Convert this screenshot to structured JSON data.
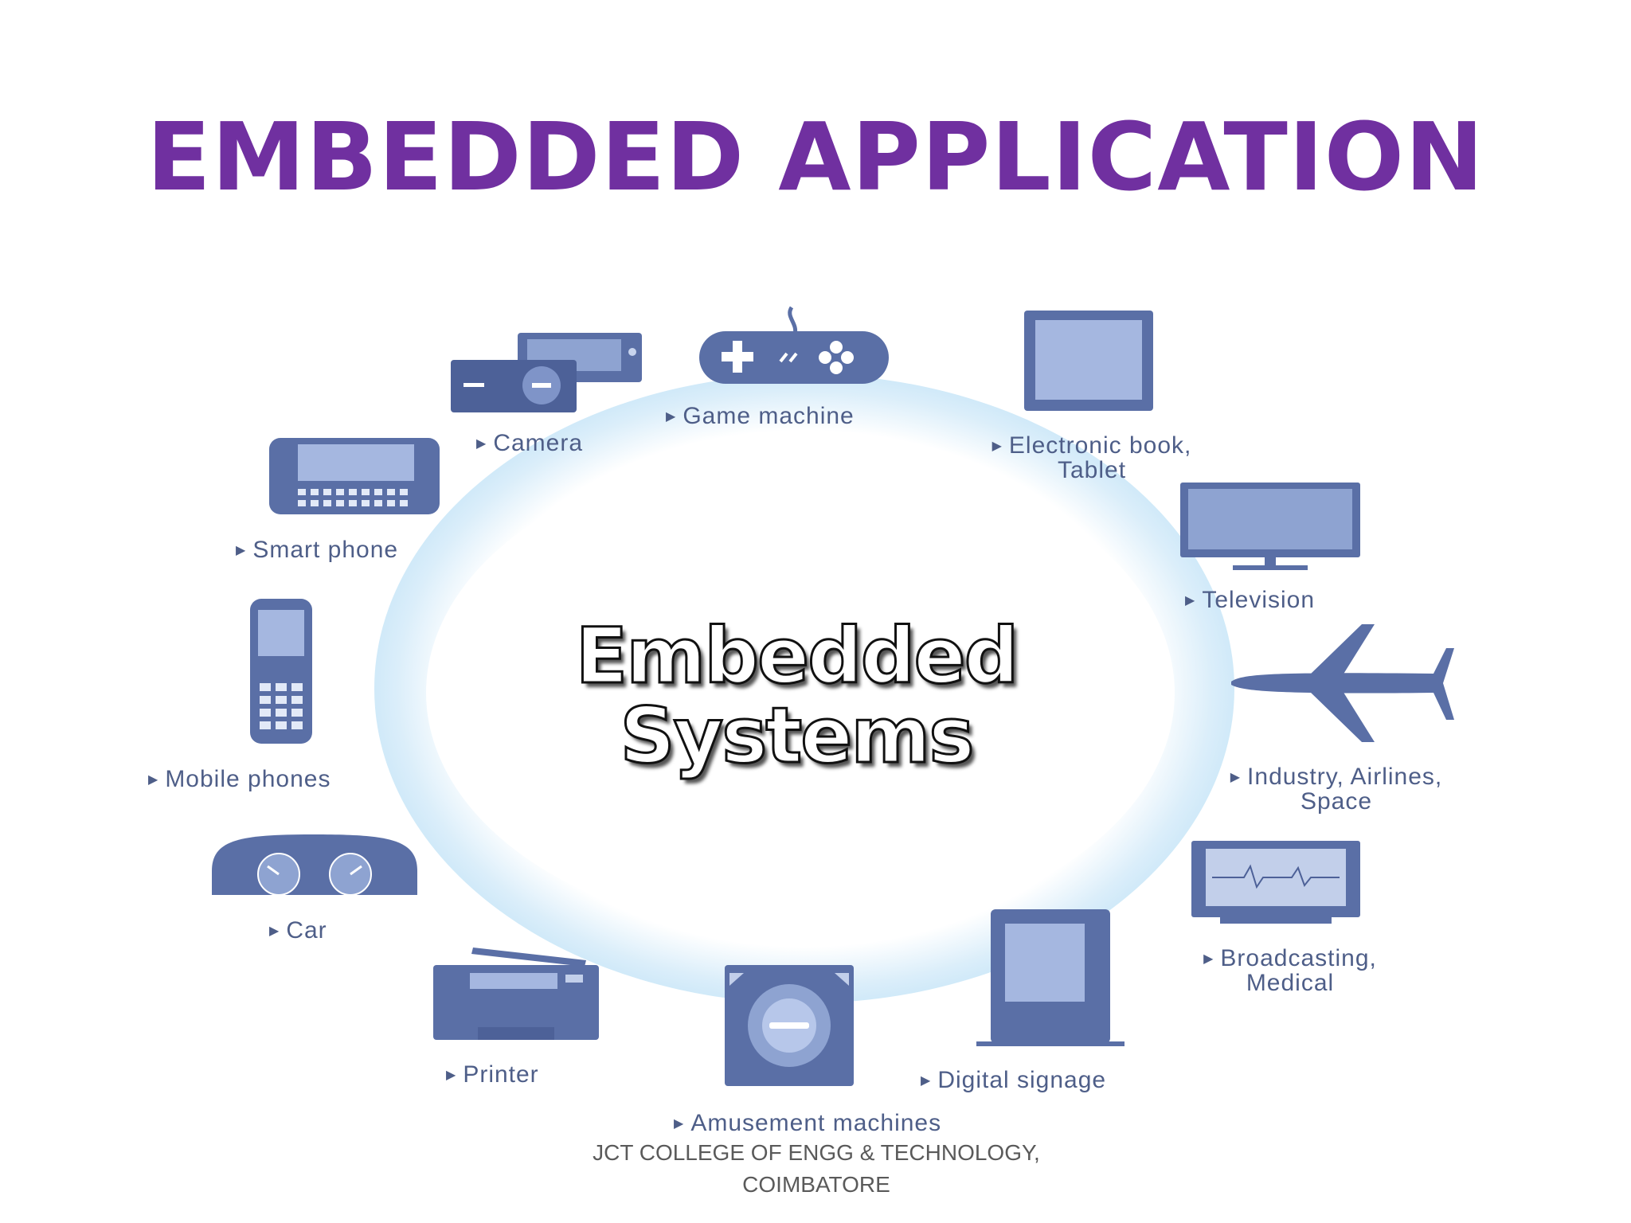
{
  "title": "EMBEDDED APPLICATION",
  "center": {
    "line1": "Embedded",
    "line2": "Systems"
  },
  "items": [
    {
      "icon": "camera-icon",
      "label": "Camera"
    },
    {
      "icon": "game-controller-icon",
      "label": "Game machine"
    },
    {
      "icon": "tablet-icon",
      "label_line1": "Electronic book,",
      "label_line2": "Tablet"
    },
    {
      "icon": "television-icon",
      "label": "Television"
    },
    {
      "icon": "airplane-icon",
      "label_line1": "Industry, Airlines,",
      "label_line2": "Space"
    },
    {
      "icon": "monitor-icon",
      "label_line1": "Broadcasting,",
      "label_line2": "Medical"
    },
    {
      "icon": "signage-icon",
      "label": "Digital signage"
    },
    {
      "icon": "amusement-machine-icon",
      "label": "Amusement machines"
    },
    {
      "icon": "printer-icon",
      "label": "Printer"
    },
    {
      "icon": "car-dashboard-icon",
      "label": "Car"
    },
    {
      "icon": "mobile-phone-icon",
      "label": "Mobile phones"
    },
    {
      "icon": "smartphone-icon",
      "label": "Smart phone"
    }
  ],
  "footer": {
    "line1": "JCT COLLEGE OF ENGG & TECHNOLOGY,",
    "line2": "COIMBATORE"
  },
  "colors": {
    "title": "#7030a0",
    "icon": "#5a6fa6",
    "label": "#4e5e88",
    "ring": "#c4e4f7"
  }
}
